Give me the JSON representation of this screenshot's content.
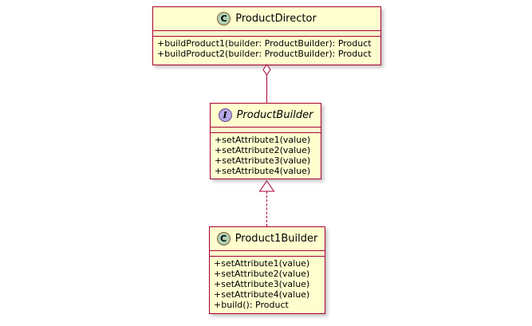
{
  "diagram": {
    "type": "uml-class-diagram",
    "background_color": "#FFFFFF",
    "line_color": "#A80036",
    "class_fill_color": "#FEFECE",
    "class_badge_color": "#ADD1B2",
    "interface_badge_color": "#B4A7E5",
    "nodes": [
      {
        "id": "product-director",
        "kind": "class",
        "badge": "C",
        "badge_icon": "class-circle-icon",
        "name": "ProductDirector",
        "italic": false,
        "attributes": [],
        "methods": [
          "+buildProduct1(builder: ProductBuilder): Product",
          "+buildProduct2(builder: ProductBuilder): Product"
        ]
      },
      {
        "id": "product-builder",
        "kind": "interface",
        "badge": "I",
        "badge_icon": "interface-circle-icon",
        "name": "ProductBuilder",
        "italic": true,
        "attributes": [],
        "methods": [
          "+setAttribute1(value)",
          "+setAttribute2(value)",
          "+setAttribute3(value)",
          "+setAttribute4(value)"
        ]
      },
      {
        "id": "product1-builder",
        "kind": "class",
        "badge": "C",
        "badge_icon": "class-circle-icon",
        "name": "Product1Builder",
        "italic": false,
        "attributes": [],
        "methods": [
          "+setAttribute1(value)",
          "+setAttribute2(value)",
          "+setAttribute3(value)",
          "+setAttribute4(value)",
          "+build(): Product"
        ]
      }
    ],
    "edges": [
      {
        "id": "aggregation-director-builder",
        "from": "product-director",
        "to": "product-builder",
        "relation": "aggregation",
        "line_style": "solid",
        "source_decoration": "hollow-diamond",
        "target_decoration": "none",
        "label": ""
      },
      {
        "id": "realization-product1builder-productbuilder",
        "from": "product1-builder",
        "to": "product-builder",
        "relation": "realization",
        "line_style": "dashed",
        "source_decoration": "none",
        "target_decoration": "hollow-triangle",
        "label": ""
      }
    ]
  }
}
